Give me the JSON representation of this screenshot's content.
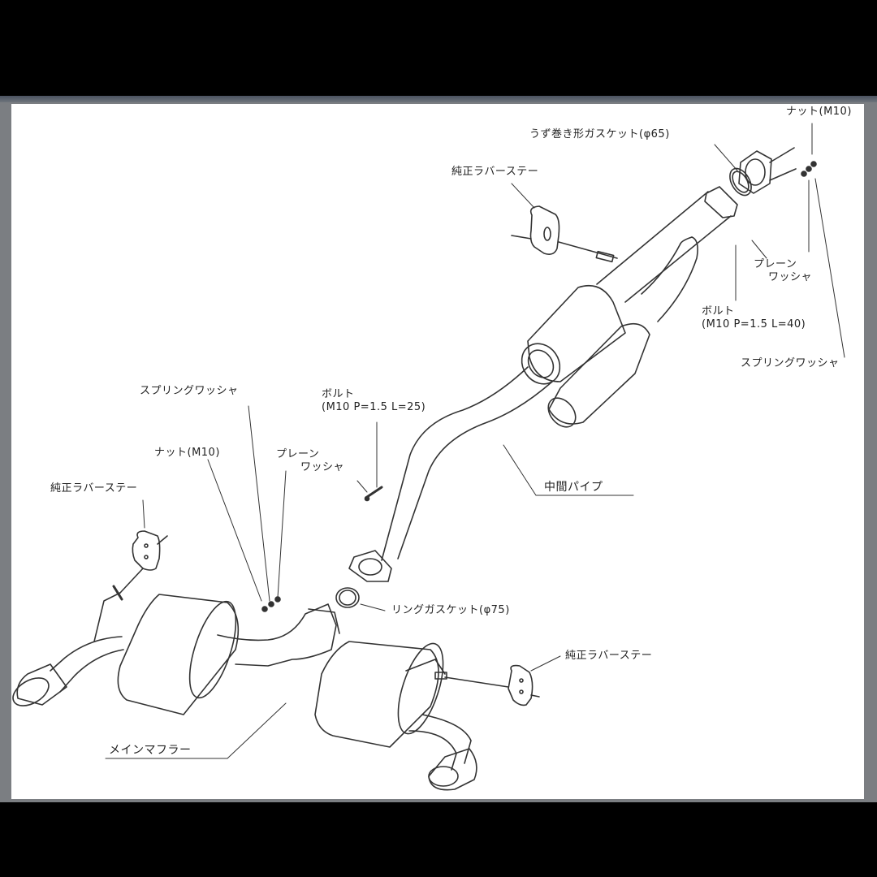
{
  "diagram": {
    "type": "exploded parts diagram",
    "subject": "exhaust system (mid pipe + main muffler)",
    "background": "#ffffff",
    "frame_color": "#7b7e82",
    "letterbox_color": "#000000"
  },
  "labels": {
    "spiral_gasket": "うず巻き形ガスケット(φ65)",
    "nut_top": "ナット(M10)",
    "rubber_stay_top": "純正ラバーステー",
    "plain_washer_top_l1": "プレーン",
    "plain_washer_top_l2": "ワッシャ",
    "bolt_top_l1": "ボルト",
    "bolt_top_l2": "(M10 P=1.5 L=40)",
    "spring_washer_top": "スプリングワッシャ",
    "spring_washer_mid": "スプリングワッシャ",
    "bolt_mid_l1": "ボルト",
    "bolt_mid_l2": "(M10 P=1.5 L=25)",
    "nut_mid": "ナット(M10)",
    "plain_washer_mid_l1": "プレーン",
    "plain_washer_mid_l2": "ワッシャ",
    "rubber_stay_left": "純正ラバーステー",
    "mid_pipe": "中間パイプ",
    "ring_gasket": "リングガスケット(φ75)",
    "rubber_stay_right": "純正ラバーステー",
    "main_muffler": "メインマフラー"
  }
}
